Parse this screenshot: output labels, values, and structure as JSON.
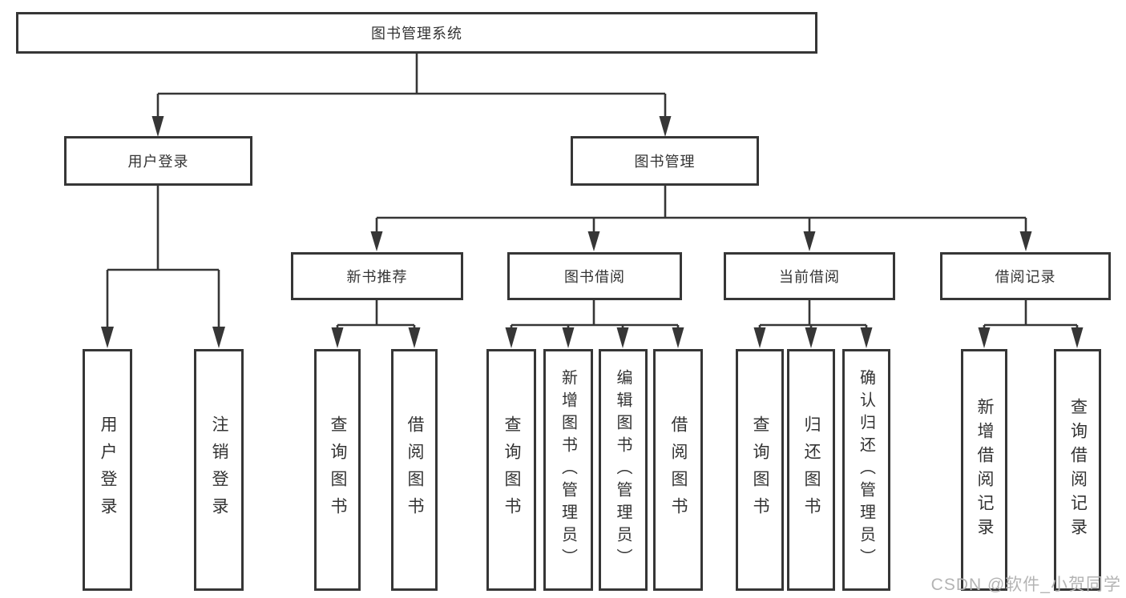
{
  "colors": {
    "background": "#ffffff",
    "line": "#363636",
    "box_border": "#363636",
    "text": "#333333",
    "watermark": "#b4b4b4"
  },
  "watermark": {
    "text": "CSDN @软件_小贺同学"
  },
  "diagram": {
    "root": {
      "label": "图书管理系统"
    },
    "branches": [
      {
        "label": "用户登录",
        "children": [
          "用户登录",
          "注销登录"
        ]
      },
      {
        "label": "图书管理",
        "children": [
          {
            "label": "新书推荐",
            "children": [
              "查询图书",
              "借阅图书"
            ]
          },
          {
            "label": "图书借阅",
            "children": [
              "查询图书",
              "新增图书（管理员）",
              "编辑图书（管理员）",
              "借阅图书"
            ]
          },
          {
            "label": "当前借阅",
            "children": [
              "查询图书",
              "归还图书",
              "确认归还（管理员）"
            ]
          },
          {
            "label": "借阅记录",
            "children": [
              "新增借阅记录",
              "查询借阅记录"
            ]
          }
        ]
      }
    ]
  }
}
